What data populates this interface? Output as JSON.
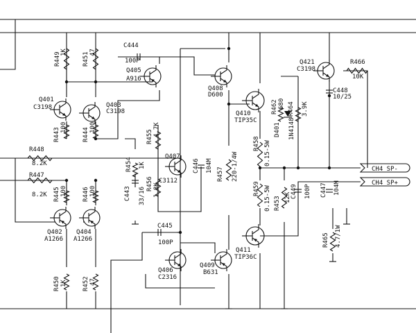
{
  "labels": {
    "r449": "R449",
    "r449v": "1K",
    "r451": "R451",
    "r451v": "47",
    "c444": "C444",
    "c444v": "100P",
    "q405": "Q405",
    "q405v": "A916",
    "q408": "Q408",
    "q408v": "D600",
    "q421": "Q421",
    "q421v": "C3198",
    "r466": "R466",
    "r466v": "10K",
    "c448": "C448",
    "c448v": "10/25",
    "q401": "Q401",
    "q401v": "C3198",
    "q403": "Q403",
    "q403v": "C3198",
    "r443": "R443",
    "r443v": "100",
    "r444": "R444",
    "r444v": "100",
    "r455": "R455",
    "r455v": "4.7K",
    "q410": "Q410",
    "q410v": "TIP35C",
    "r462": "R462",
    "r462v": "680",
    "r464": "R464",
    "r464v": "3.9K",
    "d401": "D401",
    "d401v": "1N4148",
    "r448": "R448",
    "r448v": "8.2K",
    "r454": "R454",
    "r454v": "1K",
    "q407": "Q407",
    "q407v": "C3112",
    "c446": "C446",
    "c446v": "104M",
    "r457": "R457",
    "r457v": "220-1/4W",
    "r458": "R458",
    "r458v": "0.15-5W",
    "r447": "R447",
    "r447v": "8.2K",
    "c443": "C443",
    "c443v": "33/16",
    "r456": "R456",
    "r456v": "1.8K",
    "r459": "R459",
    "r459v": "0.15-5W",
    "r453": "R453",
    "r453v": "12K",
    "c449": "C449",
    "c449v": "100P",
    "c447": "C447",
    "c447v": "104M",
    "r445": "R445",
    "r445v": "100",
    "r446": "R446",
    "r446v": "100",
    "q402": "Q402",
    "q402v": "A1266",
    "q404": "Q404",
    "q404v": "A1266",
    "c445": "C445",
    "c445v": "100P",
    "r465": "R465",
    "r465v": "4.7/1W",
    "q411": "Q411",
    "q411v": "TIP36C",
    "q409": "Q409",
    "q409v": "B631",
    "q406": "Q406",
    "q406v": "C2316",
    "r450": "R450",
    "r450v": "1K",
    "r452": "R452",
    "r452v": "47",
    "sp_minus": "CH4 SP-",
    "sp_plus": "CH4 SP+"
  }
}
